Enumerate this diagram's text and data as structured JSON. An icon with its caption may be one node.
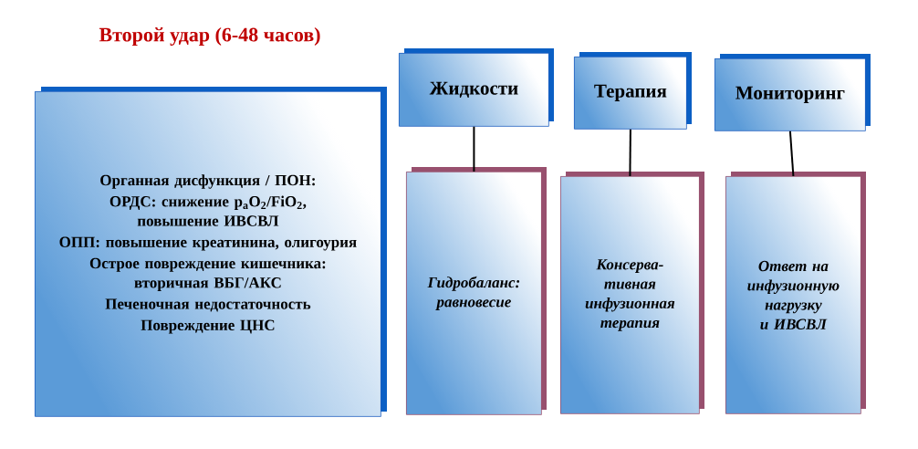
{
  "diagram": {
    "title": "Второй удар (6-48 часов)",
    "nodes": [
      {
        "text": [
          "Органная дисфункция / ПОН:",
          "ОРДС: снижение p$_{a}$O$_{2}$/FiO$_{2}$, повышение ИВСВЛ",
          "ОПП: повышение креатинина, олигоурия",
          "Острое повреждение кишечника: вторичная ВБГ/АКС",
          "Печеночная недостаточность",
          "Повреждение ЦНС"
        ]
      },
      {
        "text": [
          "Жидкости"
        ]
      },
      {
        "text": [
          "Терапия"
        ]
      },
      {
        "text": [
          "Мониторинг"
        ]
      },
      {
        "text": [
          "Гидробаланс: равновесие"
        ]
      },
      {
        "text": [
          "Консерва-тивная инфузионная терапия"
        ]
      },
      {
        "text": [
          "Ответ на инфузионную нагрузку и ИВСВЛ"
        ]
      }
    ],
    "edges": [
      {
        "from": 1,
        "to": 4,
        "arrow": "none"
      },
      {
        "from": 2,
        "to": 5,
        "arrow": "none"
      },
      {
        "from": 3,
        "to": 6,
        "arrow": "none"
      }
    ]
  }
}
